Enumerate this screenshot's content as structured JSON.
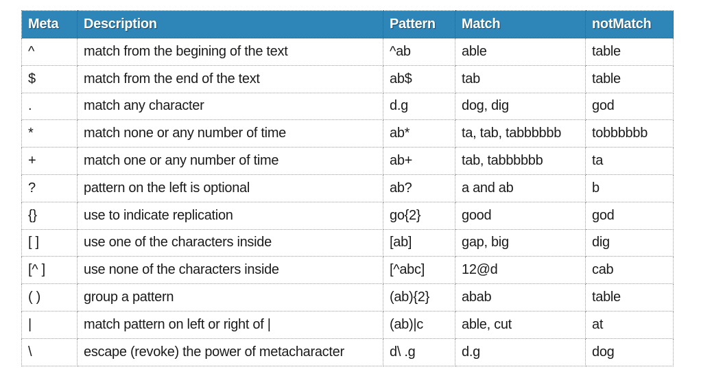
{
  "table": {
    "headers": [
      "Meta",
      "Description",
      "Pattern",
      "Match",
      "notMatch"
    ],
    "rows": [
      [
        "^",
        "match from the begining of the text",
        "^ab",
        "able",
        "table"
      ],
      [
        "$",
        "match from the end of the text",
        "ab$",
        "tab",
        "table"
      ],
      [
        ".",
        "match any character",
        "d.g",
        "dog, dig",
        "god"
      ],
      [
        "*",
        "match none or any number of time",
        "ab*",
        "ta, tab, tabbbbbb",
        "tobbbbbb"
      ],
      [
        "+",
        "match one or any number of time",
        "ab+",
        "tab, tabbbbbb",
        "ta"
      ],
      [
        "?",
        "pattern on the left is optional",
        "ab?",
        "a and ab",
        "b"
      ],
      [
        "{}",
        "use to indicate replication",
        "go{2}",
        "good",
        "god"
      ],
      [
        "[ ]",
        "use one of the characters inside",
        "[ab]",
        "gap, big",
        "dig"
      ],
      [
        "[^ ]",
        "use none of the characters inside",
        "[^abc]",
        "12@d",
        "cab"
      ],
      [
        "( )",
        "group a pattern",
        "(ab){2}",
        "abab",
        "table"
      ],
      [
        "|",
        "match pattern on left or right of |",
        "(ab)|c",
        "able, cut",
        "at"
      ],
      [
        "\\",
        "escape (revoke) the power of metacharacter",
        "d\\ .g",
        "d.g",
        "dog"
      ]
    ]
  },
  "colors": {
    "header_bg": "#2e86b8",
    "header_text": "#ffffff",
    "body_text": "#1a1a1a",
    "border": "#9a9a9a"
  }
}
